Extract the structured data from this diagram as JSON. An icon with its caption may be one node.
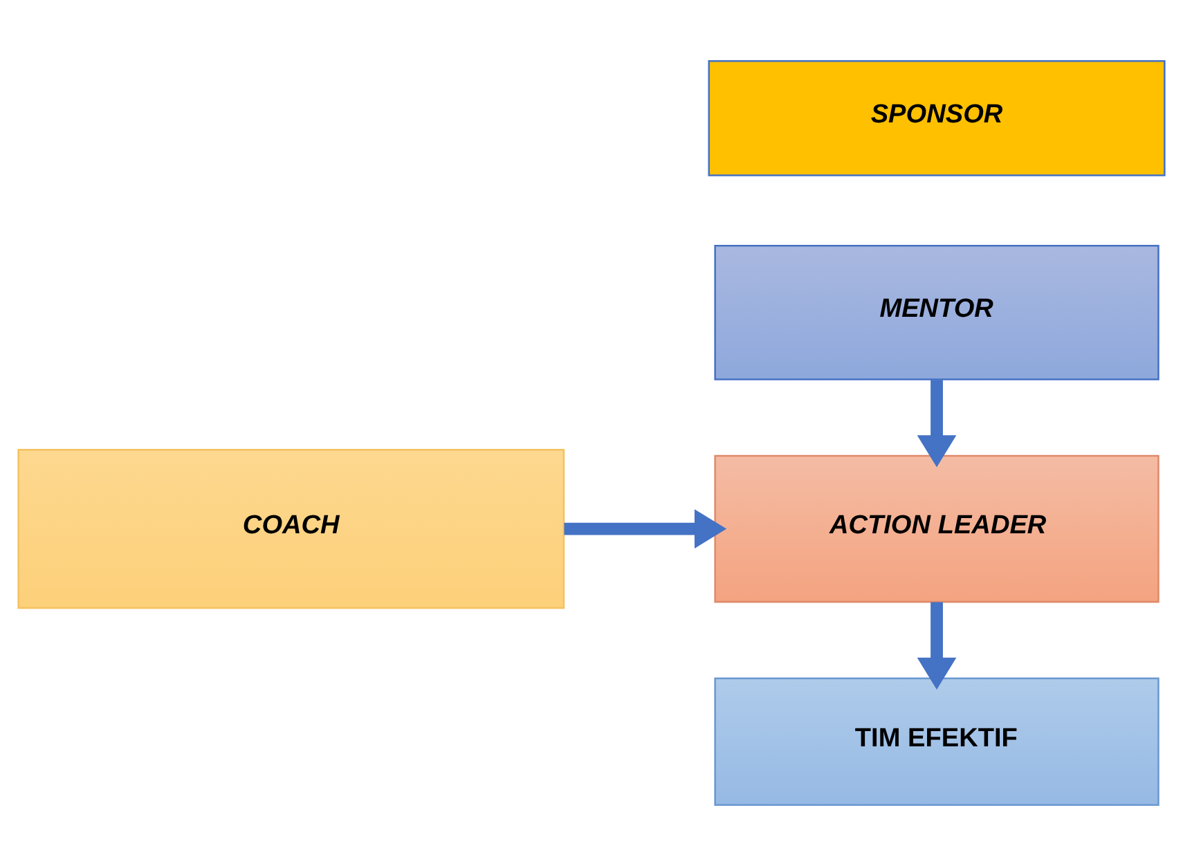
{
  "diagram": {
    "nodes": [
      {
        "text": [
          "SPONSOR"
        ]
      },
      {
        "text": [
          "MENTOR"
        ]
      },
      {
        "text": [
          "COACH"
        ]
      },
      {
        "text": [
          "ACTION LEADER"
        ]
      },
      {
        "text": [
          "TIM EFEKTIF"
        ]
      }
    ],
    "edges": [
      {
        "from": 1,
        "to": 3,
        "arrow": "to"
      },
      {
        "from": 2,
        "to": 3,
        "arrow": "to"
      },
      {
        "from": 3,
        "to": 4,
        "arrow": "to"
      }
    ]
  }
}
